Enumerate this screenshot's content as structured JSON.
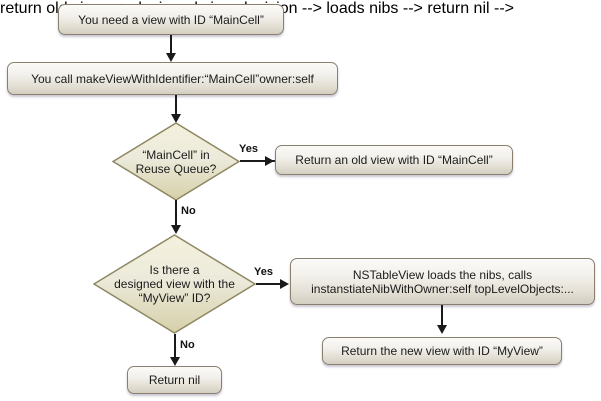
{
  "diagram": {
    "title": "NSTableView makeViewWithIdentifier flowchart",
    "background_color": "#ffffff",
    "box_fill_top": "#fbfaf8",
    "box_fill_bottom": "#d3cec0",
    "box_border_color": "#8a8070",
    "diamond_fill_top": "#f2efd6",
    "diamond_fill_bottom": "#d9d3ae",
    "diamond_border_color": "#8d8763",
    "edge_color": "#1a1a1a"
  },
  "nodes": {
    "need_view": {
      "type": "process",
      "label": "You need a view with ID “MainCell”"
    },
    "call_make_view": {
      "type": "process",
      "label": "You call makeViewWithIdentifier:“MainCell”owner:self"
    },
    "reuse_queue_decision": {
      "type": "decision",
      "label": "“MainCell” in\nReuse Queue?"
    },
    "return_old_view": {
      "type": "process",
      "label": "Return an old view with ID “MainCell”"
    },
    "designed_view_decision": {
      "type": "decision",
      "label": "Is there a\ndesigned view with the\n“MyView” ID?"
    },
    "loads_nibs": {
      "type": "process",
      "label": "NSTableView loads the nibs, calls\ninstanstiateNibWithOwner:self topLevelObjects:..."
    },
    "return_new_view": {
      "type": "process",
      "label": "Return the new view with ID “MyView”"
    },
    "return_nil": {
      "type": "process",
      "label": "Return nil"
    }
  },
  "edge_labels": {
    "reuse_yes": "Yes",
    "reuse_no": "No",
    "designed_yes": "Yes",
    "designed_no": "No"
  }
}
